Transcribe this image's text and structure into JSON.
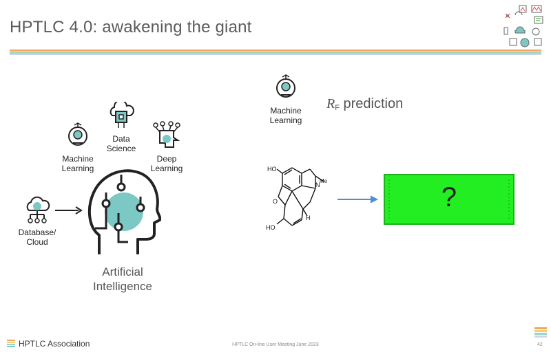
{
  "slide": {
    "title": "HPTLC 4.0: awakening the giant",
    "labels": {
      "database_cloud": [
        "Database/",
        "Cloud"
      ],
      "machine_learning_left": [
        "Machine",
        "Learning"
      ],
      "data_science": [
        "Data",
        "Science"
      ],
      "deep_learning": [
        "Deep",
        "Learning"
      ],
      "artificial_intelligence": [
        "Artificial",
        "Intelligence"
      ],
      "machine_learning_right": [
        "Machine",
        "Learning"
      ]
    },
    "rf_prediction": {
      "symbol": "R",
      "subscript": "F",
      "text": "prediction"
    },
    "molecule_labels": {
      "ho_top": "HO",
      "ho_bottom": "HO",
      "n": "N",
      "me": "Me",
      "h": "H",
      "o": "O"
    },
    "plate_mark": "?",
    "footer": {
      "association": "HPTLC Association",
      "meeting": "HPTLC On-line User Meeting June 2023",
      "page_number": "42"
    }
  },
  "colors": {
    "accent_teal": "#7cc8c4",
    "plate_green": "#22ee22",
    "arrow_blue": "#4a90d9",
    "stripe_colors": [
      "#f0a860",
      "#f5d26b",
      "#9ad3c9",
      "#c8d8e8"
    ]
  }
}
